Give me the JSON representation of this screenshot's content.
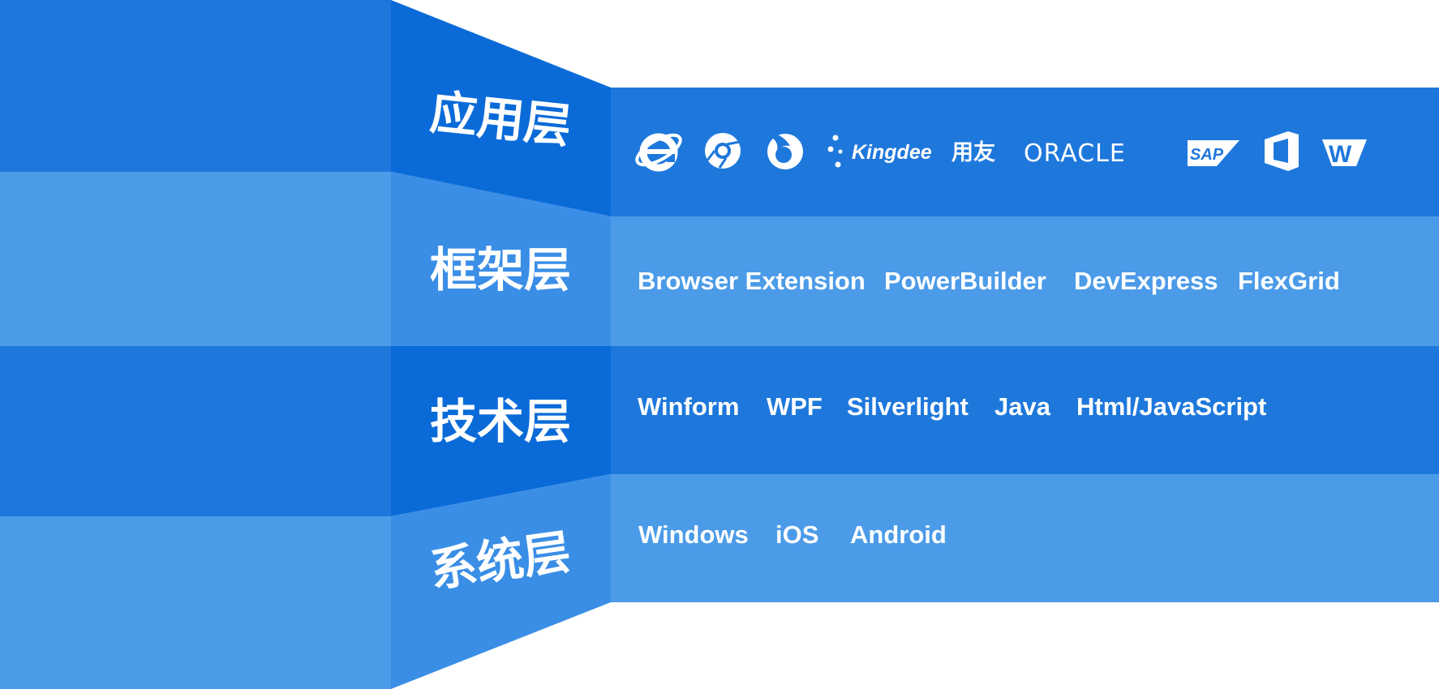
{
  "colors": {
    "dark": "#1e78dc",
    "light": "#4b9be8",
    "fold_dark": "#0a6bd8",
    "fold_light": "#3a8ee6"
  },
  "layers": [
    {
      "label": "应用层",
      "items": [],
      "icons": [
        "internet-explorer-icon",
        "chrome-icon",
        "firefox-icon",
        "kingdee-logo",
        "yonyou-logo",
        "oracle-logo",
        "sap-logo",
        "office-icon",
        "wps-icon"
      ],
      "logo_text": {
        "kingdee": "Kingdee",
        "yonyou": "用友",
        "oracle": "ORACLE",
        "sap": "SAP",
        "wps": "W"
      }
    },
    {
      "label": "框架层",
      "items": [
        "Browser Extension",
        "PowerBuilder",
        "DevExpress",
        "FlexGrid"
      ]
    },
    {
      "label": "技术层",
      "items": [
        "Winform",
        "WPF",
        "Silverlight",
        "Java",
        "Html/JavaScript"
      ]
    },
    {
      "label": "系统层",
      "items": [
        "Windows",
        "iOS",
        "Android"
      ]
    }
  ]
}
